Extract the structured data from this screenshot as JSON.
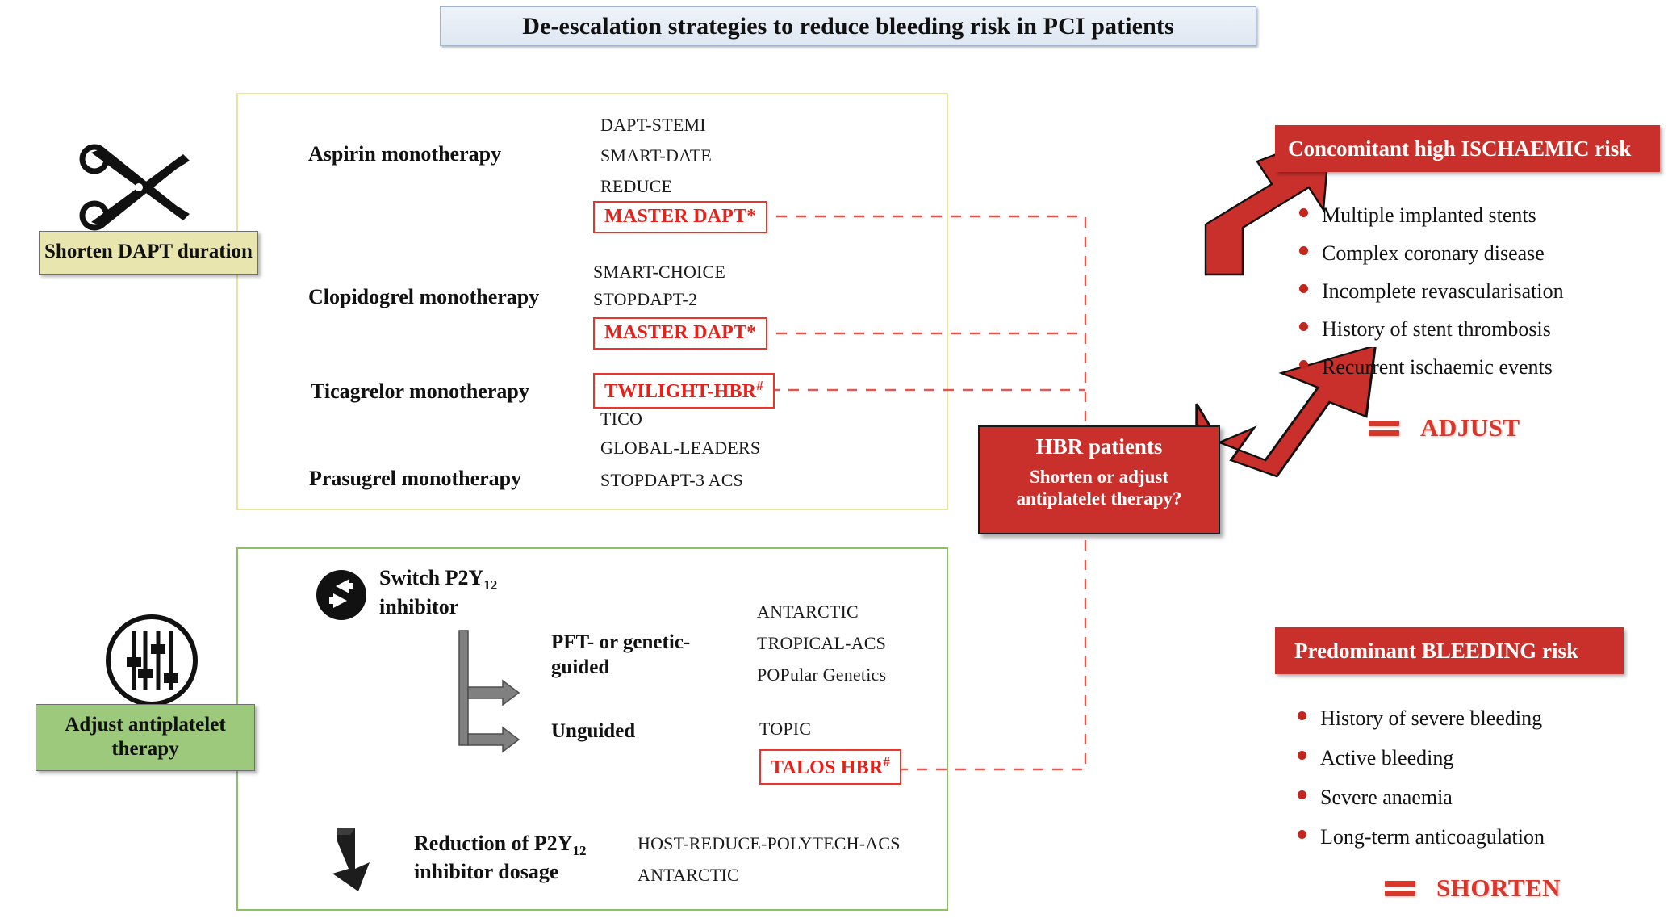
{
  "title": "De-escalation strategies to reduce bleeding risk in PCI patients",
  "left_strategies": [
    {
      "name": "shorten-dapt",
      "label": "Shorten DAPT duration",
      "icon": "scissors-icon",
      "color": "#e8e6ae"
    },
    {
      "name": "adjust-antiplatelet",
      "label": "Adjust antiplatelet therapy",
      "icon": "sliders-icon",
      "color": "#9dc97c"
    }
  ],
  "monotherapy": {
    "frame_color": "#e8e5a3",
    "rows": [
      {
        "therapy": "Aspirin monotherapy",
        "trials": [
          "DAPT-STEMI",
          "SMART-DATE",
          "REDUCE"
        ],
        "highlight": {
          "label": "MASTER DAPT",
          "mark": "*"
        }
      },
      {
        "therapy": "Clopidogrel monotherapy",
        "trials": [
          "SMART-CHOICE",
          "STOPDAPT-2"
        ],
        "highlight": {
          "label": "MASTER DAPT",
          "mark": "*"
        }
      },
      {
        "therapy": "Ticagrelor monotherapy",
        "trials": [
          "TICO",
          "GLOBAL-LEADERS"
        ],
        "highlight": {
          "label": "TWILIGHT-HBR",
          "mark": "#"
        }
      },
      {
        "therapy": "Prasugrel monotherapy",
        "trials": [
          "STOPDAPT-3 ACS"
        ],
        "highlight": null
      }
    ]
  },
  "adjust": {
    "frame_color": "#8cc06a",
    "switch": {
      "icon": "switch-arrows-icon",
      "label_line1": "Switch P2Y",
      "label_sub": "12",
      "label_line2": "inhibitor",
      "branches": [
        {
          "label_line1": "PFT- or genetic-",
          "label_line2": "guided",
          "trials": [
            "ANTARCTIC",
            "TROPICAL-ACS",
            "POPular Genetics"
          ],
          "highlight": null
        },
        {
          "label_line1": "Unguided",
          "label_line2": "",
          "trials": [
            "TOPIC"
          ],
          "highlight": {
            "label": "TALOS HBR",
            "mark": "#"
          }
        }
      ]
    },
    "reduction": {
      "icon": "down-arrow-icon",
      "label_line1": "Reduction of P2Y",
      "label_sub": "12",
      "label_line2": "inhibitor dosage",
      "trials": [
        "HOST-REDUCE-POLYTECH-ACS",
        "ANTARCTIC"
      ]
    }
  },
  "hbr": {
    "heading": "HBR patients",
    "subheading_line1": "Shorten or adjust",
    "subheading_line2": "antiplatelet therapy?",
    "color": "#c9302c"
  },
  "right_panels": [
    {
      "name": "ischaemic",
      "header": "Concomitant high ISCHAEMIC risk",
      "items": [
        "Multiple implanted stents",
        "Complex coronary disease",
        "Incomplete revascularisation",
        "History of stent thrombosis",
        "Recurrent ischaemic events"
      ],
      "verdict": "ADJUST"
    },
    {
      "name": "bleeding",
      "header": "Predominant BLEEDING risk",
      "items": [
        "History of severe bleeding",
        "Active bleeding",
        "Severe anaemia",
        "Long-term anticoagulation"
      ],
      "verdict": "SHORTEN"
    }
  ],
  "colors": {
    "red": "#c9302c",
    "highlight_red": "#e8201a",
    "yellow_frame": "#e8e5a3",
    "green_frame": "#8cc06a",
    "yellow_box": "#e8e6ae",
    "green_box": "#9dc97c"
  }
}
